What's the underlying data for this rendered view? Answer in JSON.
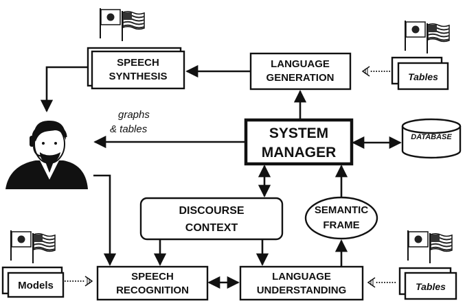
{
  "nodes": {
    "speech_synthesis": [
      "SPEECH",
      "SYNTHESIS"
    ],
    "language_generation": [
      "LANGUAGE",
      "GENERATION"
    ],
    "system_manager": [
      "SYSTEM",
      "MANAGER"
    ],
    "database": "DATABASE",
    "discourse_context": [
      "DISCOURSE",
      "CONTEXT"
    ],
    "semantic_frame": [
      "SEMANTIC",
      "FRAME"
    ],
    "speech_recognition": [
      "SPEECH",
      "RECOGNITION"
    ],
    "language_understanding": [
      "LANGUAGE",
      "UNDERSTANDING"
    ],
    "tables_top": "Tables",
    "tables_bottom": "Tables",
    "models": "Models"
  },
  "annotations": {
    "graphs_tables": [
      "graphs",
      "& tables"
    ]
  },
  "icons": {
    "flags": "japan-and-usa-flags-icon",
    "user": "user-with-headset-icon"
  },
  "colors": {
    "ink": "#111111",
    "paper": "#ffffff",
    "japan_red": "#222222",
    "usa_stripe": "#222222"
  }
}
